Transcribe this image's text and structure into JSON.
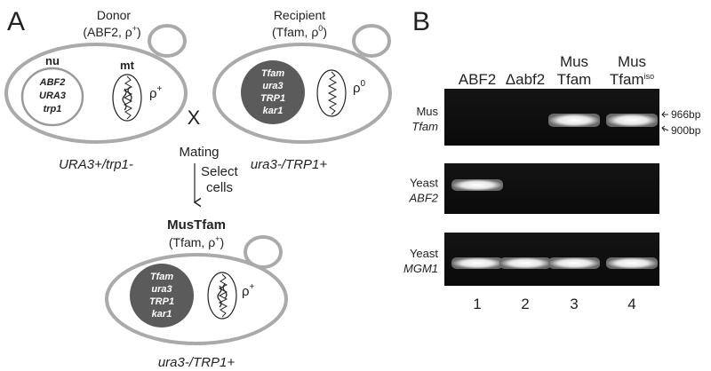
{
  "panel_a": {
    "label": "A",
    "donor": {
      "title": "Donor",
      "subtitle": "(ABF2, ρ",
      "subtitle_sup": "+",
      "subtitle_end": ")",
      "nucleus_label": "nu",
      "nucleus_genes": [
        "ABF2",
        "URA3",
        "trp1"
      ],
      "mito_label": "mt",
      "mito_state": "ρ",
      "mito_state_sup": "+",
      "genotype": "URA3+/trp1-"
    },
    "cross_symbol": "X",
    "recipient": {
      "title": "Recipient",
      "subtitle": "(Tfam, ρ",
      "subtitle_sup": "0",
      "subtitle_end": ")",
      "nucleus_genes": [
        "Tfam",
        "ura3",
        "TRP1",
        "kar1"
      ],
      "mito_state": "ρ",
      "mito_state_sup": "0",
      "genotype": "ura3-/TRP1+"
    },
    "mating_label": "Mating",
    "select_label": [
      "Select",
      "cells"
    ],
    "result": {
      "title": "MusTfam",
      "subtitle": "(Tfam, ρ",
      "subtitle_sup": "+",
      "subtitle_end": ")",
      "nucleus_genes": [
        "Tfam",
        "ura3",
        "TRP1",
        "kar1"
      ],
      "mito_state": "ρ",
      "mito_state_sup": "+",
      "genotype": "ura3-/TRP1+"
    }
  },
  "panel_b": {
    "label": "B",
    "lane_headers": [
      {
        "line1": "",
        "line2": "ABF2",
        "sup": ""
      },
      {
        "line1": "",
        "line2": "Δabf2",
        "sup": ""
      },
      {
        "line1": "Mus",
        "line2": "Tfam",
        "sup": ""
      },
      {
        "line1": "Mus",
        "line2": "Tfam",
        "sup": "iso"
      }
    ],
    "lane_numbers": [
      "1",
      "2",
      "3",
      "4"
    ],
    "gels": [
      {
        "label_top": "Mus",
        "label_bottom": "Tfam",
        "bands": [
          0,
          0,
          1,
          1
        ]
      },
      {
        "label_top": "Yeast",
        "label_bottom": "ABF2",
        "bands": [
          1,
          0,
          0,
          0
        ]
      },
      {
        "label_top": "Yeast",
        "label_bottom": "MGM1",
        "bands": [
          1,
          1,
          1,
          1
        ]
      }
    ],
    "markers": [
      "966bp",
      "900bp"
    ]
  }
}
